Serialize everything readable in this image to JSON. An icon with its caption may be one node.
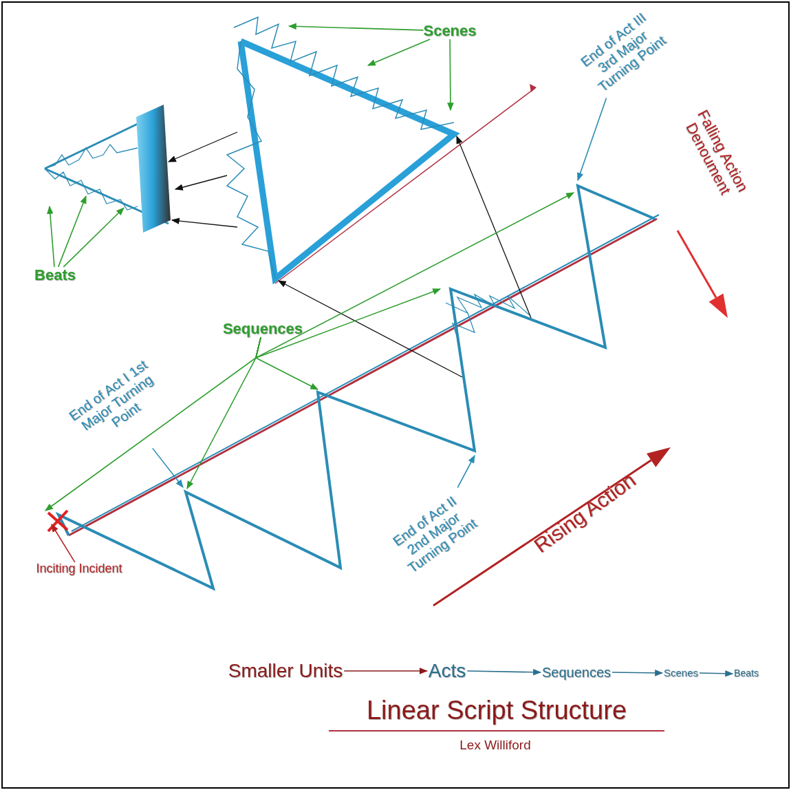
{
  "diagram": {
    "title": "Linear Script Structure",
    "caption": "Lex Williford",
    "nodes": [
      {
        "text": [
          "Scenes"
        ]
      },
      {
        "text": [
          "End of Act III 3rd Major Turning Point"
        ]
      },
      {
        "text": [
          "Beats"
        ]
      },
      {
        "text": [
          "Sequences"
        ]
      },
      {
        "text": [
          "End of Act I 1st Major Turning Point"
        ]
      },
      {
        "text": [
          "End of Act II 2nd Major Turning Point"
        ]
      },
      {
        "text": [
          "Inciting Incident"
        ]
      },
      {
        "text": [
          "Smaller Units"
        ]
      },
      {
        "text": [
          "Acts"
        ]
      },
      {
        "text": [
          "Sequences"
        ]
      },
      {
        "text": [
          "Scenes"
        ]
      },
      {
        "text": [
          "Beats"
        ]
      }
    ],
    "edges": [
      {
        "from": 0,
        "to": null,
        "arrow": "to"
      },
      {
        "from": 0,
        "to": null,
        "arrow": "to"
      },
      {
        "from": 0,
        "to": null,
        "arrow": "to"
      },
      {
        "from": 1,
        "to": null,
        "arrow": "to",
        "color": "#2a8cb5"
      },
      {
        "from": 2,
        "to": null,
        "arrow": "to"
      },
      {
        "from": 2,
        "to": null,
        "arrow": "to"
      },
      {
        "from": 2,
        "to": null,
        "arrow": "to"
      },
      {
        "from": 3,
        "to": null,
        "arrow": "to"
      },
      {
        "from": 3,
        "to": null,
        "arrow": "to"
      },
      {
        "from": 3,
        "to": null,
        "arrow": "to"
      },
      {
        "from": 3,
        "to": null,
        "arrow": "to"
      },
      {
        "from": 3,
        "to": null,
        "arrow": "to"
      },
      {
        "from": 4,
        "to": null,
        "arrow": "to",
        "color": "#2a8cb5"
      },
      {
        "from": 5,
        "to": null,
        "arrow": "to",
        "color": "#2a8cb5"
      },
      {
        "from": 6,
        "to": null,
        "arrow": "to",
        "color": "#b22222"
      },
      {
        "from": 7,
        "to": 8,
        "arrow": "to",
        "color": "#8b1a1a"
      },
      {
        "from": 8,
        "to": 9,
        "arrow": "to",
        "color": "#2a6f8f"
      },
      {
        "from": 9,
        "to": 10,
        "arrow": "to",
        "color": "#2a6f8f"
      },
      {
        "from": 10,
        "to": 11,
        "arrow": "to",
        "color": "#2a6f8f"
      }
    ],
    "labels": [
      "Falling Action Denoument",
      "Rising Action"
    ]
  }
}
